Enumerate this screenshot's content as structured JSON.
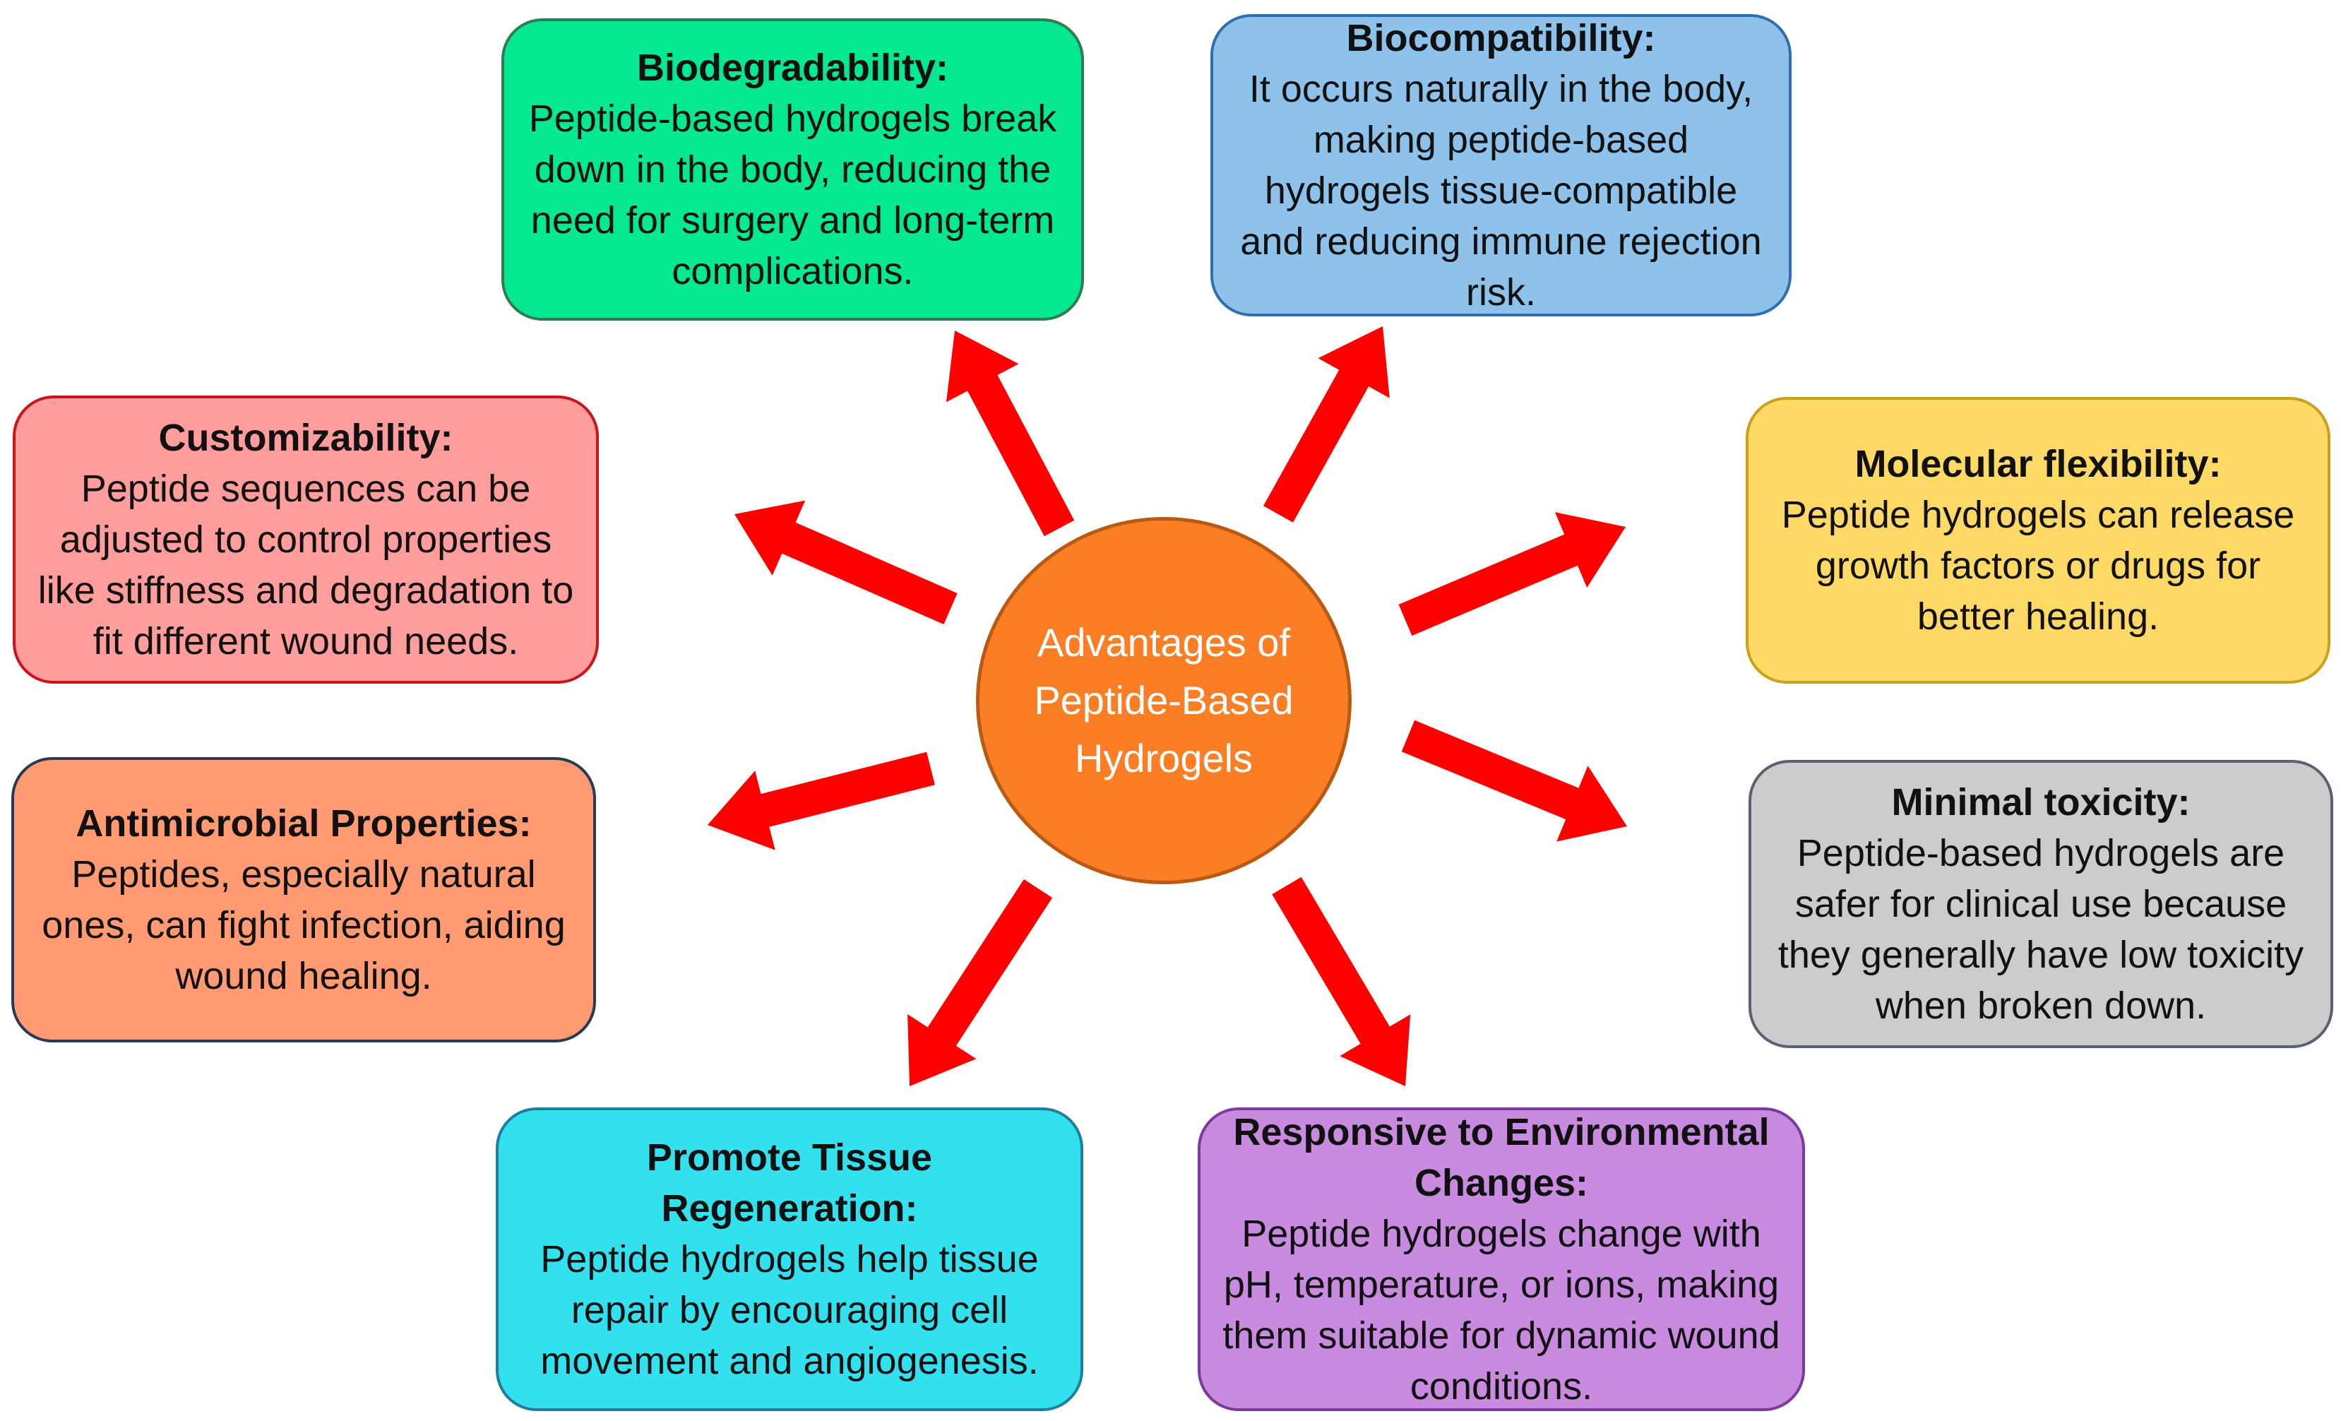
{
  "center": {
    "title": "Advantages of Peptide-Based Hydrogels",
    "fill": "#fb7e24"
  },
  "arrow_color": "#ff0000",
  "boxes": [
    {
      "title": "Biodegradability:",
      "body": "Peptide-based hydrogels break down in the body, reducing the need for surgery and long-term complications.",
      "fill": "#05e892",
      "border": "#2e7d4f"
    },
    {
      "title": "Biocompatibility:",
      "body": "It occurs naturally in the body, making peptide-based hydrogels tissue-compatible and reducing immune rejection risk.",
      "fill": "#8ec2ea",
      "border": "#2f6fb0"
    },
    {
      "title": "Customizability:",
      "body": "Peptide sequences can be adjusted to control properties like stiffness and degradation to fit different wound needs.",
      "fill": "#ff9c9c",
      "border": "#c9141e"
    },
    {
      "title": "Molecular flexibility:",
      "body": "Peptide hydrogels can release growth factors or drugs for better healing.",
      "fill": "#ffd966",
      "border": "#c9a11d"
    },
    {
      "title": "Antimicrobial Properties:",
      "body": "Peptides, especially natural ones, can fight infection, aiding wound healing.",
      "fill": "#ff9a72",
      "border": "#2a3a55"
    },
    {
      "title": "Minimal toxicity:",
      "body": "Peptide-based hydrogels are safer for clinical use because they generally have low toxicity when broken down.",
      "fill": "#cccccc",
      "border": "#5a6170"
    },
    {
      "title": "Promote Tissue Regeneration:",
      "body": "Peptide hydrogels help tissue repair by encouraging cell movement and angiogenesis.",
      "fill": "#33e0ee",
      "border": "#1f7f9a"
    },
    {
      "title": "Responsive to Environmental Changes:",
      "body": "Peptide hydrogels change with pH, temperature, or ions, making them suitable for dynamic wound conditions.",
      "fill": "#c88be0",
      "border": "#7a3a9c"
    }
  ]
}
